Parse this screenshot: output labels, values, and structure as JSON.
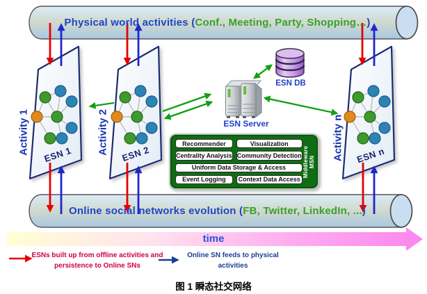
{
  "top_pipe": {
    "label": "Physical world activities",
    "paren_open": " (",
    "highlight": "Conf., Meeting, Party, Shopping…",
    "paren_close": ")"
  },
  "bottom_pipe": {
    "label": "Online social networks evolution",
    "paren_open": " (",
    "highlight": "FB, Twitter, LinkedIn, ...",
    "paren_close": ")"
  },
  "activities": [
    {
      "label": "Activity 1",
      "esn_label": "ESN 1"
    },
    {
      "label": "Activity 2",
      "esn_label": "ESN 2"
    },
    {
      "label": "Activity n",
      "esn_label": "ESN n"
    }
  ],
  "server_label": "ESN Server",
  "db_label": "ESN DB",
  "middleware": {
    "vertical_label_line1": "MSN",
    "vertical_label_line2": "Middleware",
    "modules": [
      "Recommender",
      "Visualization",
      "Centrality Analysis",
      "Community Detection",
      "Uniform Data Storage & Access",
      "Event Logging",
      "Context Data Access"
    ]
  },
  "timeline_label": "time",
  "legend": {
    "red_line1": "ESNs built up from offline activities and",
    "red_line2": "persistence to Online SNs",
    "blue_line1": "Online SN feeds to physical",
    "blue_line2": "activities"
  },
  "caption": "图 1 瞬态社交网络",
  "colors": {
    "pipe_fill_top": "#d4e6f4",
    "pipe_fill_bottom": "#aac9e5",
    "panel_border": "#1c2d72",
    "node_orange": "#e08a1e",
    "node_green": "#3f9a2e",
    "node_blue": "#2e83b5",
    "arrow_green": "#14a014",
    "arrow_red": "#e60000",
    "arrow_blue": "#2026cf",
    "middleware_green": "#0f6e14",
    "time_gradient_start": "#ffffd4",
    "time_gradient_end": "#fa86ee",
    "pipe_text_blue": "#1e46c8",
    "pipe_text_green": "#3aa02c",
    "legend_red": "#cc0044",
    "legend_blue": "#1c3f93"
  }
}
